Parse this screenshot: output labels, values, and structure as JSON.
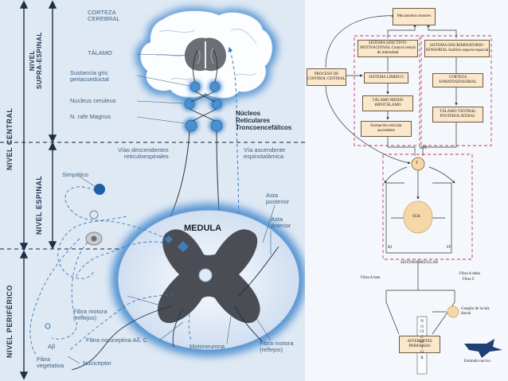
{
  "left": {
    "levels": {
      "central": "NIVEL CENTRAL",
      "supra_line1": "NIVEL",
      "supra_line2": "SUPRA-ESPINAL",
      "spinal": "NIVEL ESPINAL",
      "peripheral": "NIVEL PERIFÉRICO"
    },
    "labels": {
      "corteza_1": "CORTEZA",
      "corteza_2": "CEREBRAL",
      "talamo": "TÁLAMO",
      "sustancia_1": "Sustancia gris",
      "sustancia_2": "periacueductal",
      "ceruleus": "Nucleus ceruleus",
      "rafe": "N. rafe Magnus",
      "nucleos_1": "Núcleos",
      "nucleos_2": "Reticulares",
      "nucleos_3": "Troncoencefálicos",
      "vias_desc_1": "Vías descendentes",
      "vias_desc_2": "reticuloespinales",
      "via_asc_1": "Vía ascendente",
      "via_asc_2": "espinotalámica",
      "simpatico": "Simpático",
      "medula": "MEDULA",
      "asta_post_1": "Asta",
      "asta_post_2": "posterior",
      "asta_ant_1": "Asta",
      "asta_ant_2": "anterior",
      "fibra_motora_1a": "Fibra motora",
      "fibra_motora_1b": "(reflejos)",
      "fibra_nocic": "Fibra nociceptiva Aδ, C",
      "motoneurona": "Motoneurona",
      "fibra_motora_2a": "Fibra motora",
      "fibra_motora_2b": "(reflejos)",
      "abeta": "Aβ",
      "fibra_veg_1": "Fibra",
      "fibra_veg_2": "vegetativa",
      "nociceptor": "Nociceptor"
    },
    "colors": {
      "background": "#dfe9f4",
      "glow": "#2f7cc4",
      "brain": "#ffffff",
      "cord": "#4a4d54",
      "node": "#4a90d0",
      "text": "#3b5f82"
    }
  },
  "right": {
    "boxes": {
      "mecanismos": "Mecanismos motores",
      "afectivo": "SISTEMA AFECTIVO-MOTIVACIONAL Control central de intensidad",
      "discriminativo": "SISTEMA DISCRIMINATORIO-SENSORIAL Análisis espacio-espacial",
      "proceso": "PROCESO DE CONTROL CENTRAL",
      "limbico": "SISTEMA LÍMBICO",
      "corteza": "CORTEZA SOMATOSENSORIAL",
      "talamo_medio": "TÁLAMO MEDIO HIPOTÁLAMO",
      "talamo_ventral": "TÁLAMO VENTRAL POSTEROLATERAL",
      "formacion": "Formación reticular ascendente",
      "afferentes": "AFFERENTES PRIMARIAS"
    },
    "labels": {
      "bet": "BET",
      "t": "T",
      "sgr": "SGR",
      "bi": "BI",
      "ff": "FF",
      "sistema_medular": "SISTEMA MEDULAR",
      "fibra_a_beta": "Fibra A beta",
      "fibra_a_delta": "Fibra A delta",
      "fibra_c": "Fibra C",
      "ganglio": "Ganglio de la raíz dorsal",
      "nociceptor": "NOCICEPTOR",
      "estimulo": "Estímulo nocivo"
    },
    "colors": {
      "box_fill": "#fbe7c9",
      "dashed": "#c23a63",
      "line": "#333333",
      "node": "#f6d7a8"
    }
  }
}
